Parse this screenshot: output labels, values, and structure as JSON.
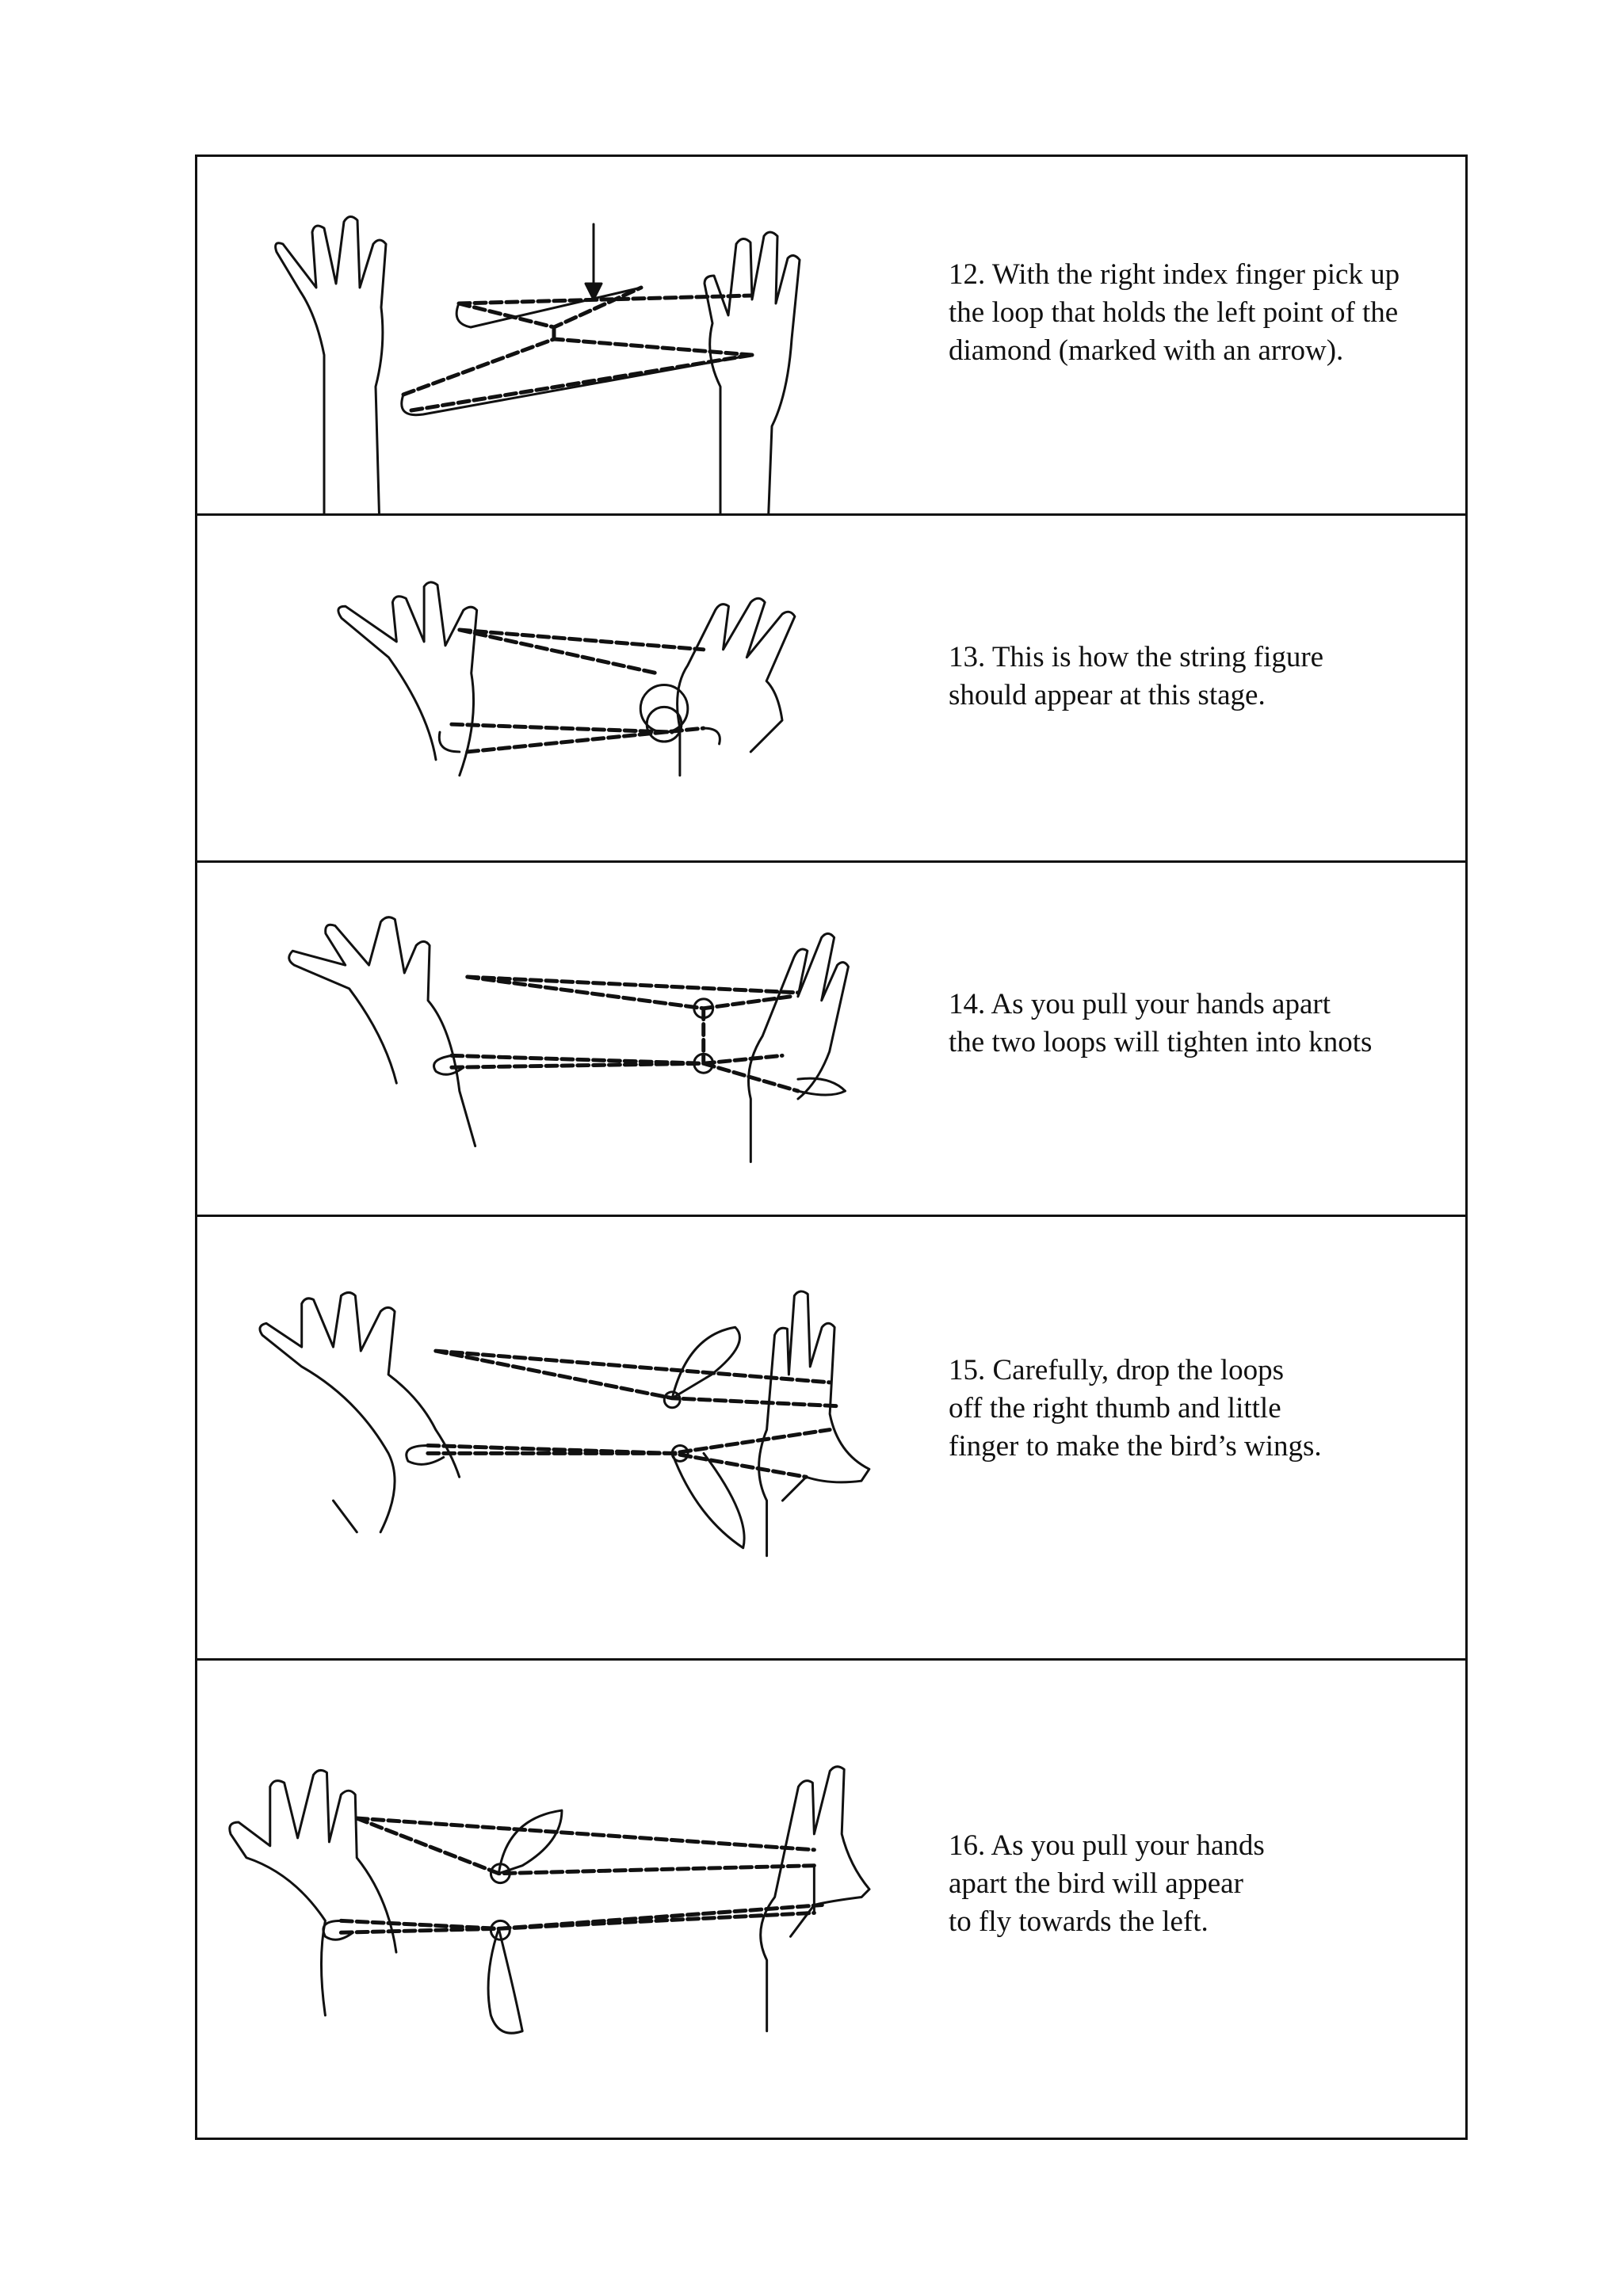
{
  "steps": [
    {
      "text": "12. With the right index finger pick up\nthe loop that holds the left point of the\ndiamond (marked with an arrow)."
    },
    {
      "text": "13. This is how the string figure\nshould appear at this stage."
    },
    {
      "text": "14. As you pull your hands apart\nthe two loops will tighten into knots"
    },
    {
      "text": "15. Carefully, drop the loops\noff the right thumb and little\nfinger to make the bird’s wings."
    },
    {
      "text": "16. As you pull your hands\napart the bird will appear\nto fly towards the left."
    }
  ]
}
